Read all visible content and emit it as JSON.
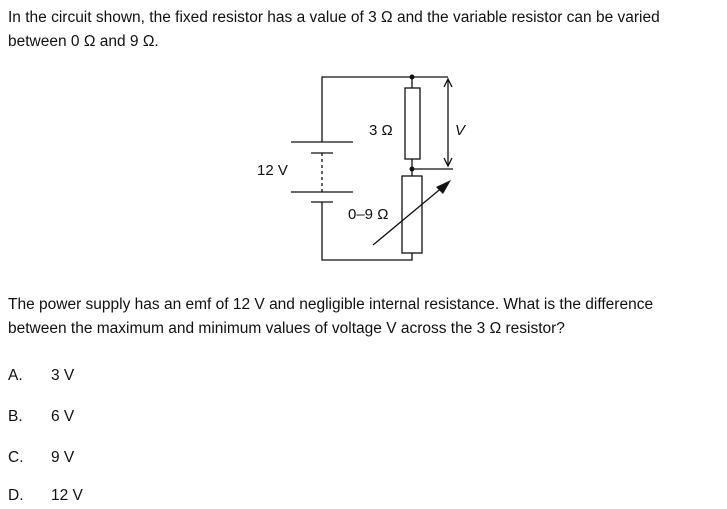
{
  "intro": [
    "In the circuit shown, the fixed resistor has a value of 3 Ω and the variable resistor can be varied",
    "between 0 Ω and 9 Ω."
  ],
  "circuit": {
    "battery_label": "12 V",
    "fixed_label": "3 Ω",
    "variable_label": "0–9 Ω",
    "voltage_label": "V"
  },
  "question": [
    "The power supply has an emf of 12 V and negligible internal resistance.  What is the difference",
    "between the maximum and minimum values of voltage V across the 3 Ω resistor?"
  ],
  "options": [
    {
      "letter": "A.",
      "value": "3 V"
    },
    {
      "letter": "B.",
      "value": "6 V"
    },
    {
      "letter": "C.",
      "value": "9 V"
    },
    {
      "letter": "D.",
      "value": "12 V"
    }
  ]
}
